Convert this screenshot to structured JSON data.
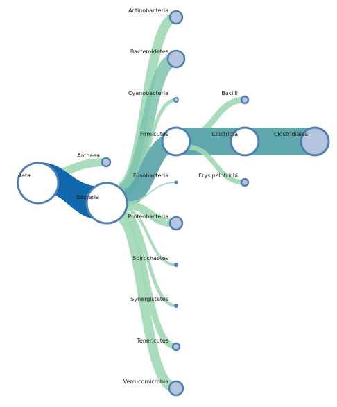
{
  "colors": {
    "node_fill": "#b4c4df",
    "node_stroke": "#4f7fb4",
    "root_fill": "#ffffff",
    "link_light": "#a0d8b4",
    "link_mid": "#7cc3ac",
    "link_teal": "#5fa8ad",
    "link_dark": "#1168ad"
  },
  "nodes": {
    "data": {
      "label": "data"
    },
    "archaea": {
      "label": "Archaea"
    },
    "bacteria": {
      "label": "Bacteria"
    },
    "actinobacteria": {
      "label": "Actinobacteria"
    },
    "bacteroidetes": {
      "label": "Bacteroidetes"
    },
    "cyanobacteria": {
      "label": "Cyanobacteria"
    },
    "firmicutes": {
      "label": "Firmicutes"
    },
    "fusobacteria": {
      "label": "Fusobacteria"
    },
    "proteobacteria": {
      "label": "Proteobacteria"
    },
    "spirochaetes": {
      "label": "Spirochaetes"
    },
    "synergistetes": {
      "label": "Synergistetes"
    },
    "tenericutes": {
      "label": "Tenericutes"
    },
    "verrucomicrobia": {
      "label": "Verrucomicrobia"
    },
    "bacilli": {
      "label": "Bacilli"
    },
    "clostridia": {
      "label": "Clostridia"
    },
    "erysipelotrichi": {
      "label": "Erysipelotrichi"
    },
    "clostridiales": {
      "label": "Clostridiales"
    }
  }
}
